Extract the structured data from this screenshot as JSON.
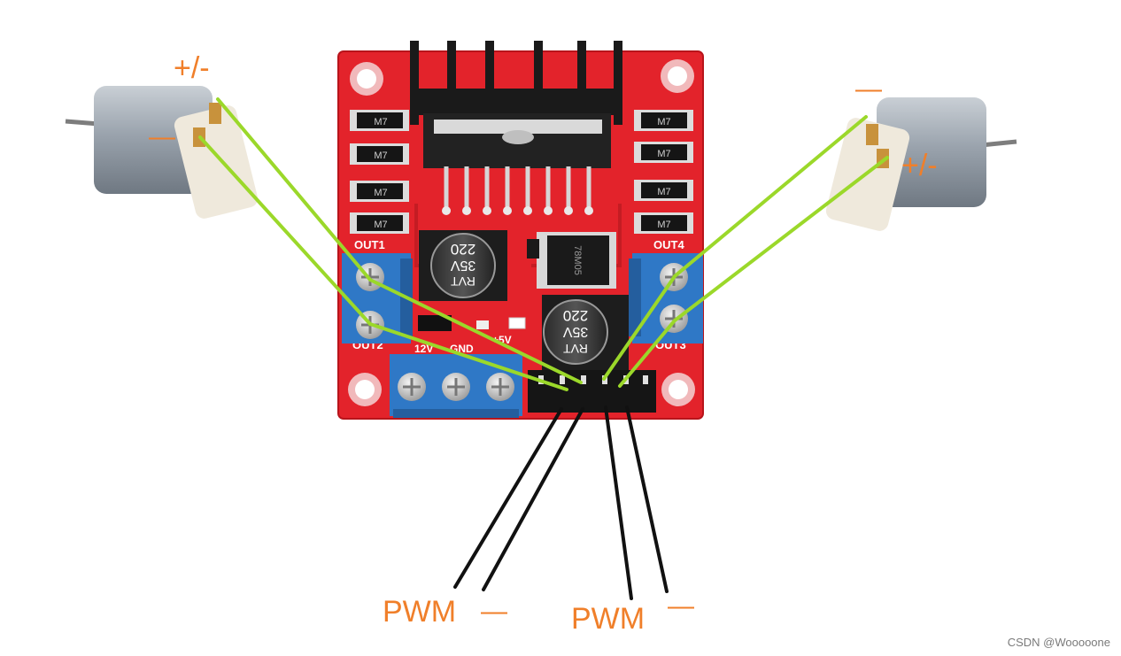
{
  "diagram": {
    "board_labels": {
      "out1": "OUT1",
      "out2": "OUT2",
      "out3": "OUT3",
      "out4": "OUT4",
      "v12": "12V",
      "gnd": "GND",
      "v5": "+5V"
    },
    "diode_label": "M7",
    "capacitor": {
      "value": "220",
      "voltage": "35V",
      "series": "RVT"
    },
    "regulator_text": "78M05",
    "motor_left": {
      "top_pin_label": "+/-",
      "bottom_pin_label": "—"
    },
    "motor_right": {
      "top_pin_label": "—",
      "bottom_pin_label": "+/-"
    },
    "bottom_labels": [
      {
        "text": "PWM"
      },
      {
        "text": "—"
      },
      {
        "text": "PWM"
      },
      {
        "text": "—"
      }
    ],
    "watermark": "CSDN @Wooooone",
    "colors": {
      "board": "#e3232b",
      "board_dark": "#b8141b",
      "terminal": "#2f78c6",
      "wire_motor": "#9bd82a",
      "wire_control": "#111111",
      "label": "#f07f2a",
      "heatsink": "#1a1a1a",
      "motor_body": "#9aa3ad",
      "motor_cap": "#efe9dc"
    }
  }
}
